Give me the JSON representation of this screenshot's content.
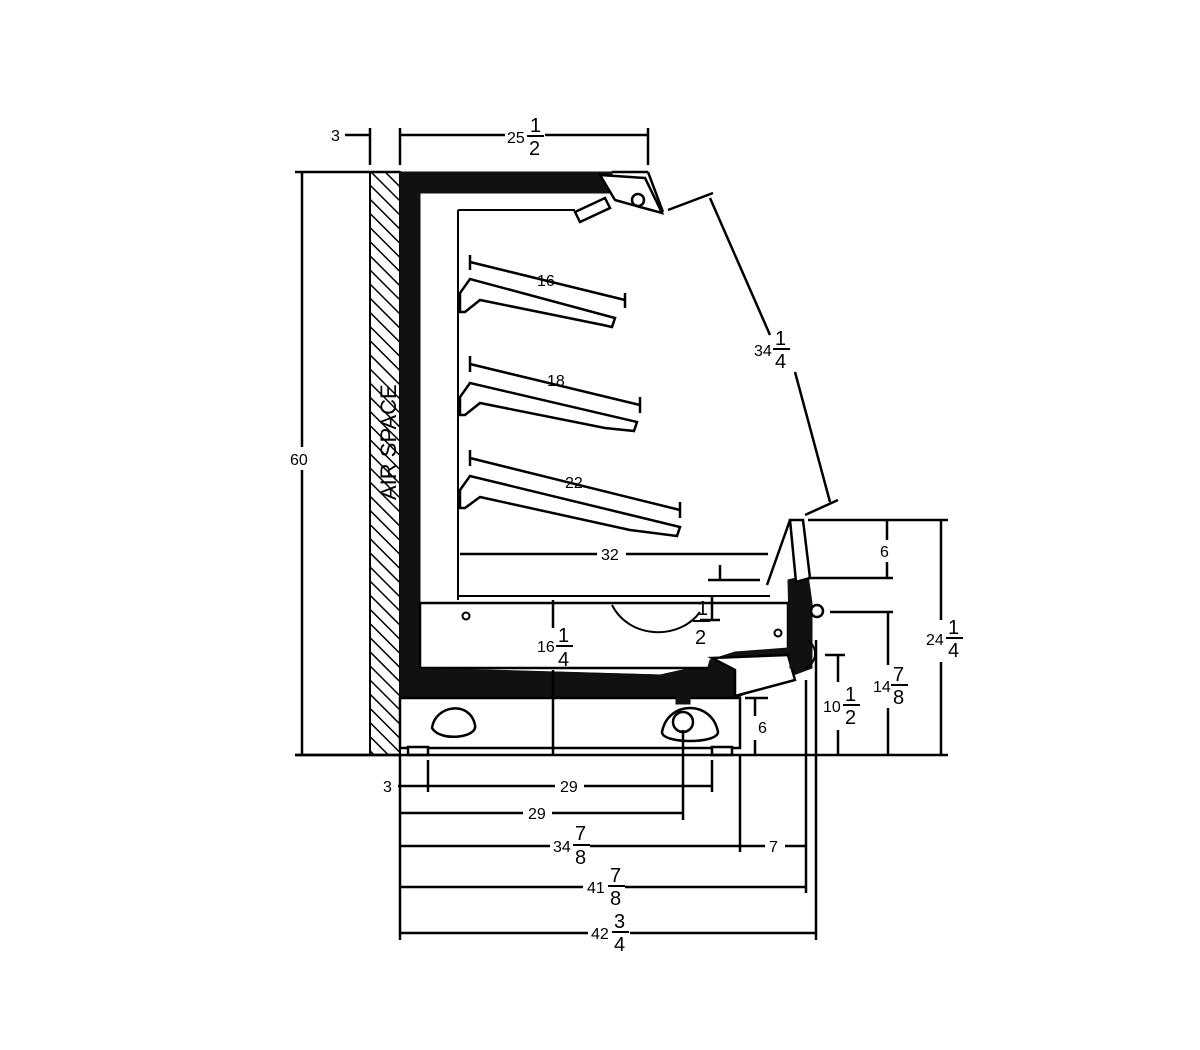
{
  "air_space_label": "AIR SPACE",
  "dimensions": {
    "wall_gap": "3",
    "top_depth": {
      "whole": "25",
      "num": "1",
      "den": "2"
    },
    "overall_height": "60",
    "glass_length": {
      "whole": "34",
      "num": "1",
      "den": "4"
    },
    "shelf_top": "16",
    "shelf_middle": "18",
    "shelf_bottom": "22",
    "deck_depth": "32",
    "deck_step": {
      "num": "1",
      "den": "2"
    },
    "deck_height": {
      "whole": "16",
      "num": "1",
      "den": "4"
    },
    "front_top": "6",
    "front_overall_height": {
      "whole": "24",
      "num": "1",
      "den": "4"
    },
    "front_rail_height": {
      "whole": "14",
      "num": "7",
      "den": "8"
    },
    "bumper_height": {
      "whole": "10",
      "num": "1",
      "den": "2"
    },
    "base_height": "6",
    "foot_offset": "3",
    "foot_span": "29",
    "drain_position": "29",
    "body_depth": {
      "whole": "34",
      "num": "7",
      "den": "8"
    },
    "front_overhang": "7",
    "depth_to_bumper": {
      "whole": "41",
      "num": "7",
      "den": "8"
    },
    "overall_depth": {
      "whole": "42",
      "num": "3",
      "den": "4"
    }
  }
}
